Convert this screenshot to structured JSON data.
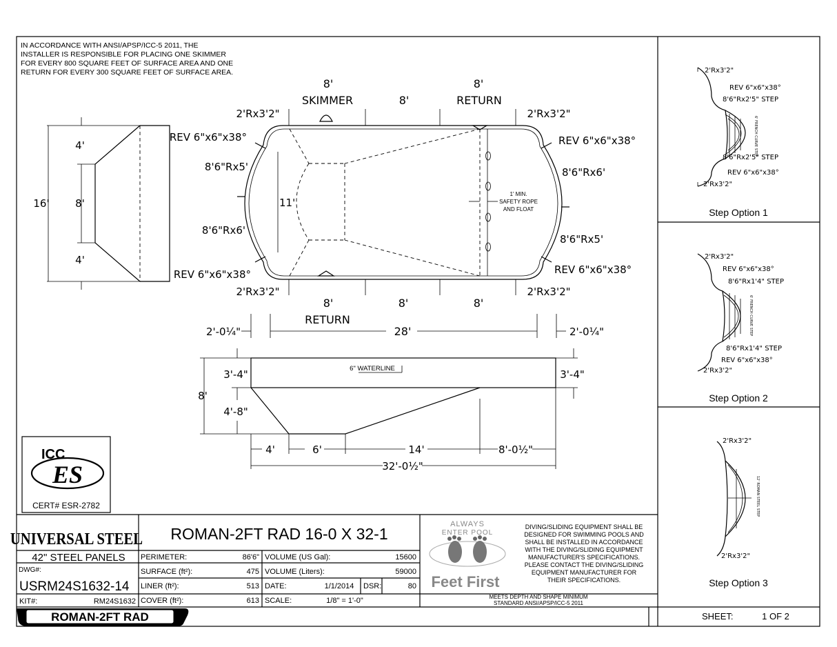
{
  "note": [
    "IN ACCORDANCE WITH ANSI/APSP/ICC-5 2011, THE",
    "INSTALLER IS RESPONSIBLE FOR PLACING ONE SKIMMER",
    "FOR EVERY 800 SQUARE FEET OF SURFACE AREA AND ONE",
    "RETURN FOR EVERY 300 SQUARE FEET OF SURFACE AREA."
  ],
  "plan": {
    "top_dims": [
      "8'",
      "8'",
      "8'"
    ],
    "skimmer_label": "SKIMMER",
    "return_top_label": "RETURN",
    "bottom_dims": [
      "8'",
      "8'",
      "8'"
    ],
    "return_bottom_label": "RETURN",
    "corner_tl": "2'Rx3'2\"",
    "corner_tr": "2'Rx3'2\"",
    "corner_bl": "2'Rx3'2\"",
    "corner_br": "2'Rx3'2\"",
    "rev_tl": "REV 6\"x6\"x38°",
    "rev_tr": "REV 6\"x6\"x38°",
    "rev_bl": "REV 6\"x6\"x38°",
    "rev_br": "REV 6\"x6\"x38°",
    "left_arc_top": "8'6\"Rx5'",
    "left_arc_bottom": "8'6\"Rx6'",
    "right_arc_top": "8'6\"Rx6'",
    "right_arc_bottom": "8'6\"Rx5'",
    "width_inner": "11'",
    "safety": [
      "1' MIN.",
      "SAFETY ROPE",
      "AND FLOAT"
    ],
    "len_left": "2'-0¼\"",
    "len_mid": "28'",
    "len_right": "2'-0¼\""
  },
  "end_view": {
    "total": "16'",
    "top": "4'",
    "mid": "8'",
    "bottom": "4'"
  },
  "section": {
    "waterline": "6\" WATERLINE",
    "shallow": "3'-4\"",
    "deep_end": "3'-4\"",
    "depth_total": "8'",
    "slope": "4'-8\"",
    "d1": "4'",
    "d2": "6'",
    "d3": "14'",
    "d4": "8'-0½\"",
    "overall": "32'-0½\""
  },
  "cert": {
    "logo_top": "ICC",
    "logo_main": "ES",
    "cert": "CERT# ESR-2782"
  },
  "steps": [
    {
      "title": "Step Option 1",
      "labels": [
        "2'Rx3'2\"",
        "REV 6\"x6\"x38°",
        "8'6\"Rx2'5\" STEP",
        "6' FRENCH CURVE STEP",
        "8'6\"Rx2'5\" STEP",
        "REV 6\"x6\"x38°",
        "2'Rx3'2\""
      ]
    },
    {
      "title": "Step Option 2",
      "labels": [
        "2'Rx3'2\"",
        "REV 6\"x6\"x38°",
        "8'6\"Rx1'4\" STEP",
        "6' FRENCH CURVE STEP",
        "8'6\"Rx1'4\" STEP",
        "REV 6\"x6\"x38°",
        "2'Rx3'2\""
      ]
    },
    {
      "title": "Step Option 3",
      "labels": [
        "2'Rx3'2\"",
        "12' ROMAN STEEL STEP",
        "2'Rx3'2\""
      ]
    }
  ],
  "title_block": {
    "brand": "UNIVERSAL STEEL",
    "panels": "42\"  STEEL PANELS",
    "dwg_label": "DWG#:",
    "dwg": "USRM24S1632-14",
    "kit_label": "KIT#:",
    "kit": "RM24S1632",
    "model_badge": "ROMAN-2FT RAD",
    "title": "ROMAN-2FT RAD 16-0 X 32-1",
    "specs": [
      {
        "label": "PERIMETER:",
        "value": "86'6\""
      },
      {
        "label": "SURFACE (ft²):",
        "value": "475"
      },
      {
        "label": "LINER (ft²):",
        "value": "513"
      },
      {
        "label": "COVER (ft²):",
        "value": "613"
      }
    ],
    "volume_gal_label": "VOLUME (US Gal):",
    "volume_gal": "15600",
    "volume_l_label": "VOLUME (Liters):",
    "volume_l": "59000",
    "date_label": "DATE:",
    "date": "1/1/2014",
    "dsr_label": "DSR:",
    "dsr": "80",
    "scale_label": "SCALE:",
    "scale": "1/8\" = 1'-0\"",
    "feet_top": "ALWAYS",
    "feet_arc": "ENTER POOL",
    "feet_bottom": "Feet First",
    "diving": [
      "DIVING/SLIDING EQUIPMENT SHALL BE",
      "DESIGNED FOR SWIMMING POOLS AND",
      "SHALL BE INSTALLED IN ACCORDANCE",
      "WITH THE DIVING/SLIDING EQUIPMENT",
      "MANUFACTURER'S SPECIFICATIONS.",
      "PLEASE CONTACT THE DIVING/SLIDING",
      "EQUIPMENT MANUFACTURER FOR",
      "THEIR SPECIFICATIONS."
    ],
    "meets": [
      "MEETS DEPTH AND SHAPE MINIMUM",
      "STANDARD ANSI/APSP/ICC-5 2011"
    ],
    "sheet_label": "SHEET:",
    "sheet": "1 OF 2"
  }
}
